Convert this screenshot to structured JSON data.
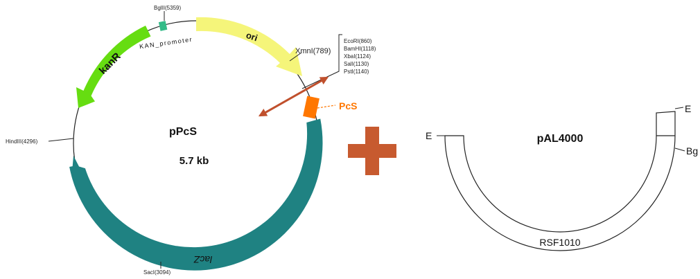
{
  "colors": {
    "kanR": "#66dd11",
    "ori": "#f5f57a",
    "lacZ": "#1f8282",
    "promoter": "#33bb88",
    "pcs": "#ff7700",
    "arrow": "#c0502d",
    "plus": "#c75a2f",
    "line": "#222222"
  },
  "plasmid": {
    "name": "pPcS",
    "size": "5.7 kb",
    "features": {
      "kanR": "kanR",
      "ori": "ori",
      "lacZ": "lacZ",
      "promoter": "KAN_promoter",
      "pcs": "PcS"
    },
    "sites": {
      "bglII": "BglII(5359)",
      "xmnI": "XmnI(789)",
      "hindIII": "HindIII(4296)",
      "sacI": "SacI(3094)",
      "ecoRI": "EcoRI(860)",
      "bamHI": "BamHI(1118)",
      "xbaI": "XbaI(1124)",
      "salI": "SalI(1130)",
      "pstI": "PstI(1140)"
    }
  },
  "pal": {
    "name": "pAL4000",
    "segment": "RSF1010",
    "e_left": "E",
    "e_right": "E",
    "bg": "Bg"
  }
}
